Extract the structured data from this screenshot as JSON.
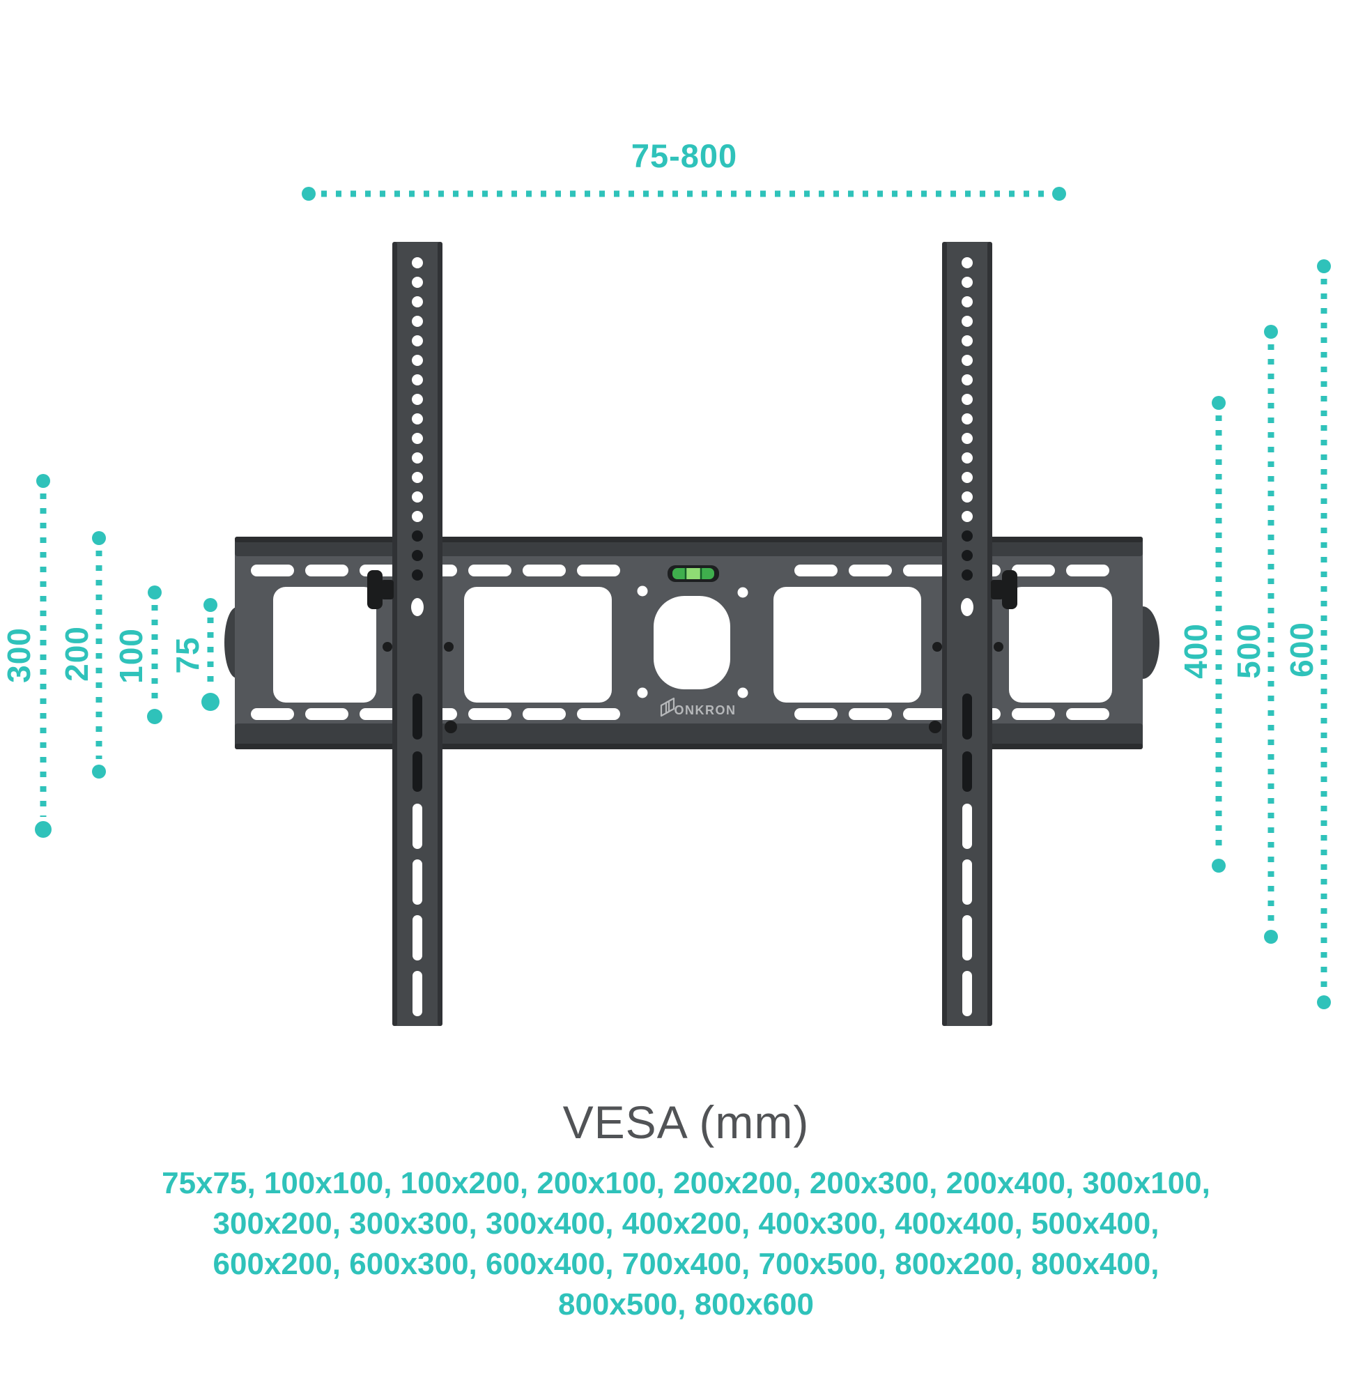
{
  "product": {
    "brand": "ONKRON"
  },
  "dimensions": {
    "top": {
      "label": "75-800"
    },
    "left": [
      {
        "label": "300"
      },
      {
        "label": "200"
      },
      {
        "label": "100"
      },
      {
        "label": "75"
      }
    ],
    "right": [
      {
        "label": "400"
      },
      {
        "label": "500"
      },
      {
        "label": "600"
      }
    ]
  },
  "vesa": {
    "title": "VESA (mm)",
    "lines": [
      "75x75, 100x100, 100x200, 200x100, 200x200, 200x300, 200x400, 300x100,",
      "300x200, 300x300, 300x400, 400x200, 400x300, 400x400, 500x400,",
      "600x200, 600x300, 600x400, 700x400, 700x500, 800x200, 800x400,",
      "800x500, 800x600"
    ]
  },
  "colors": {
    "accent": "#2fc2ba",
    "plate_face": "#54575b",
    "plate_edge": "#3b3e41",
    "plate_edge_dark": "#2b2d2f",
    "rail": "#45484b",
    "rail_edge": "#303235",
    "hardware_black": "#1b1c1d",
    "level_green": "#3faf4d",
    "level_bubble": "#8fdc74",
    "logo_gray": "#b6b8ba",
    "title_gray": "#515356"
  }
}
